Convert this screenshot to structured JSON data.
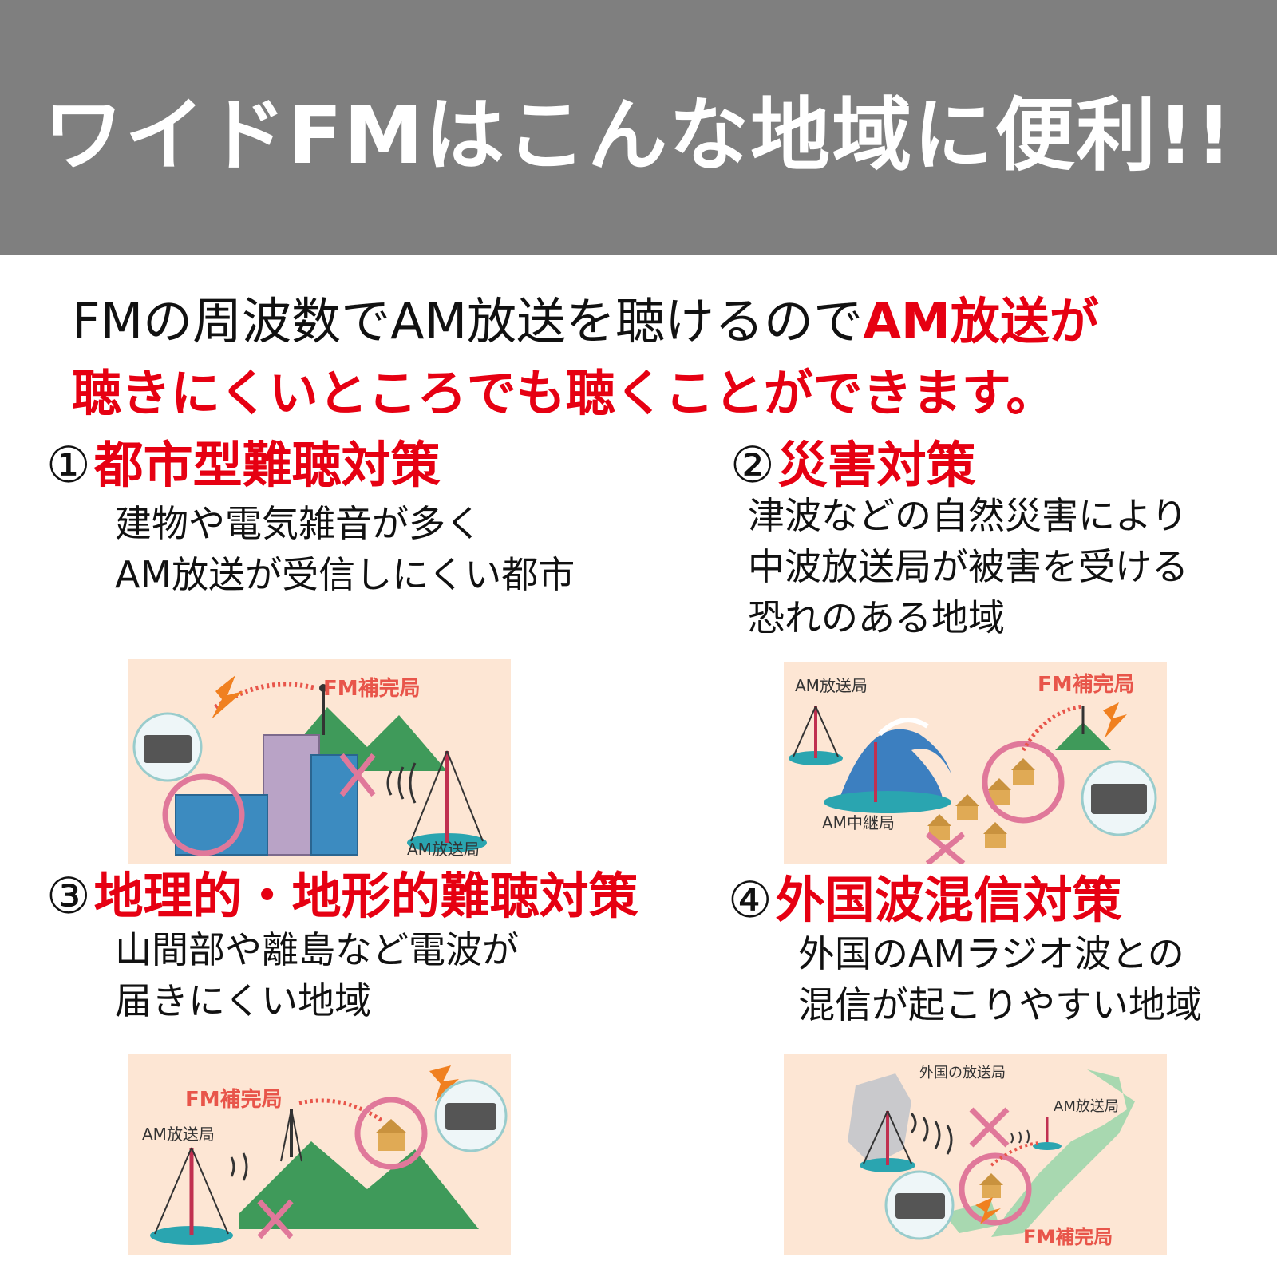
{
  "header": {
    "title": "ワイドFMはこんな地域に便利!!"
  },
  "intro": {
    "line1_normal": "FMの周波数でAM放送を聴けるので",
    "line1_red": "AM放送が",
    "line2_red": "聴きにくいところでも聴くことができます。"
  },
  "sections": [
    {
      "number": "①",
      "title": "都市型難聴対策",
      "desc": [
        "建物や電気雑音が多く",
        "AM放送が受信しにくい都市"
      ],
      "labels": [
        "FM補完局",
        "AM放送局"
      ]
    },
    {
      "number": "②",
      "title": "災害対策",
      "desc": [
        "津波などの自然災害により",
        "中波放送局が被害を受ける",
        "恐れのある地域"
      ],
      "labels": [
        "AM放送局",
        "FM補完局",
        "AM中継局"
      ]
    },
    {
      "number": "③",
      "title": "地理的・地形的難聴対策",
      "desc": [
        "山間部や離島など電波が",
        "届きにくい地域"
      ],
      "labels": [
        "FM補完局",
        "AM放送局"
      ]
    },
    {
      "number": "④",
      "title": "外国波混信対策",
      "desc": [
        "外国のAMラジオ波との",
        "混信が起こりやすい地域"
      ],
      "labels": [
        "外国の放送局",
        "AM放送局",
        "FM補完局"
      ]
    }
  ],
  "colors": {
    "header_bg": "#7f7f7f",
    "accent_red": "#e60012",
    "illustration_bg": "#fde6d4",
    "label_red": "#e8554a"
  }
}
